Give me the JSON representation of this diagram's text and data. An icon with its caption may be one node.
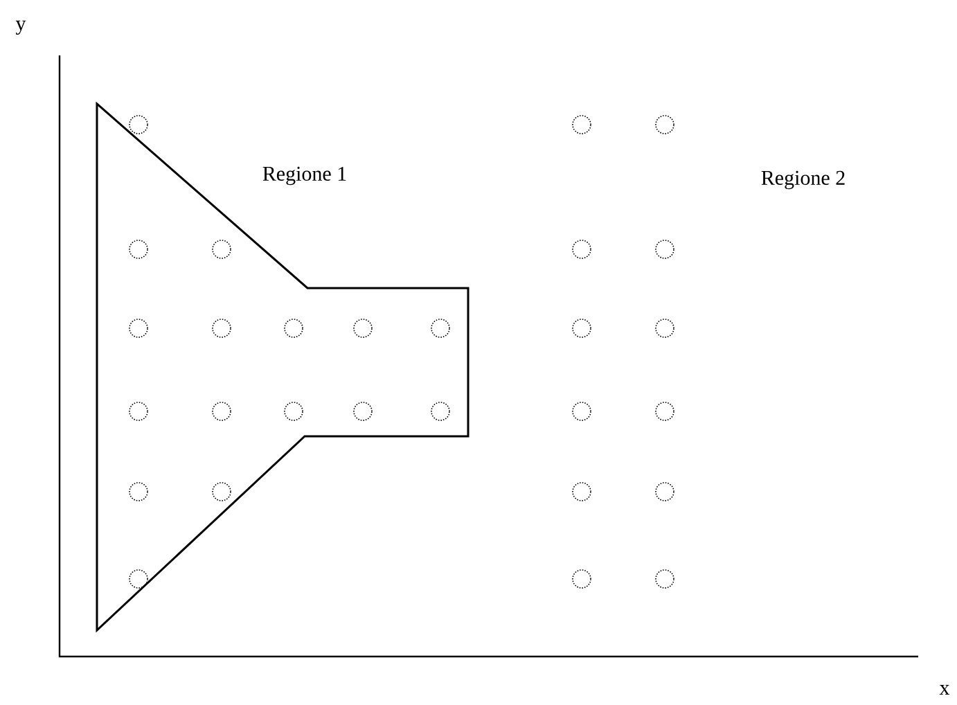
{
  "diagram": {
    "nodes": [
      {
        "text": [
          "Regione 1"
        ]
      }
    ],
    "labels": [
      "y",
      "x",
      "Regione 2"
    ]
  }
}
